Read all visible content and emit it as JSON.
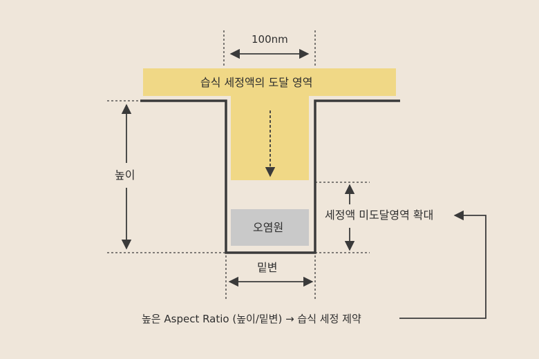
{
  "labels": {
    "width": "100nm",
    "reach_zone": "습식 세정액의 도달 영역",
    "height": "높이",
    "contaminant": "오염원",
    "unreached": "세정액 미도달영역 확대",
    "bottom": "밑변",
    "conclusion": "높은 Aspect Ratio (높이/밑변) → 습식 세정 제약"
  },
  "colors": {
    "background": "#efe6da",
    "reach_zone": "#f0d886",
    "contaminant": "#c9c9c9",
    "structure_line": "#3a3a3a",
    "text": "#2e2e2e"
  }
}
